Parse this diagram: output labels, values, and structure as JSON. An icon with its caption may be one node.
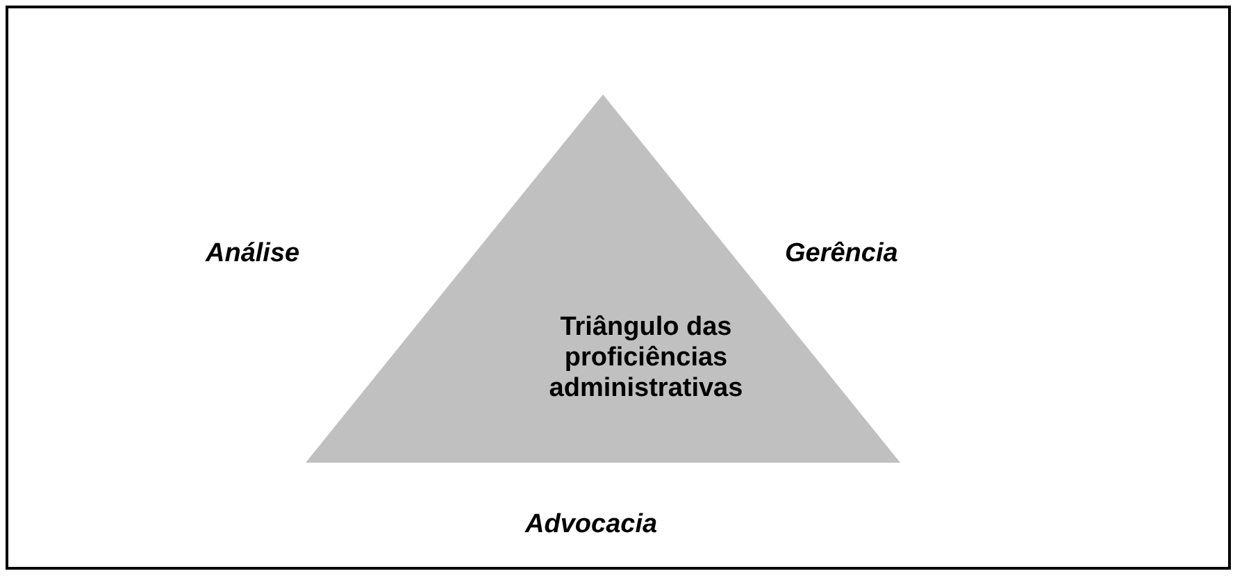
{
  "diagram": {
    "nodes": [
      {
        "text": [
          "Triângulo das proficiências administrativas"
        ],
        "beside": [
          "Análise",
          "Gerência",
          "Advocacia"
        ]
      }
    ]
  }
}
